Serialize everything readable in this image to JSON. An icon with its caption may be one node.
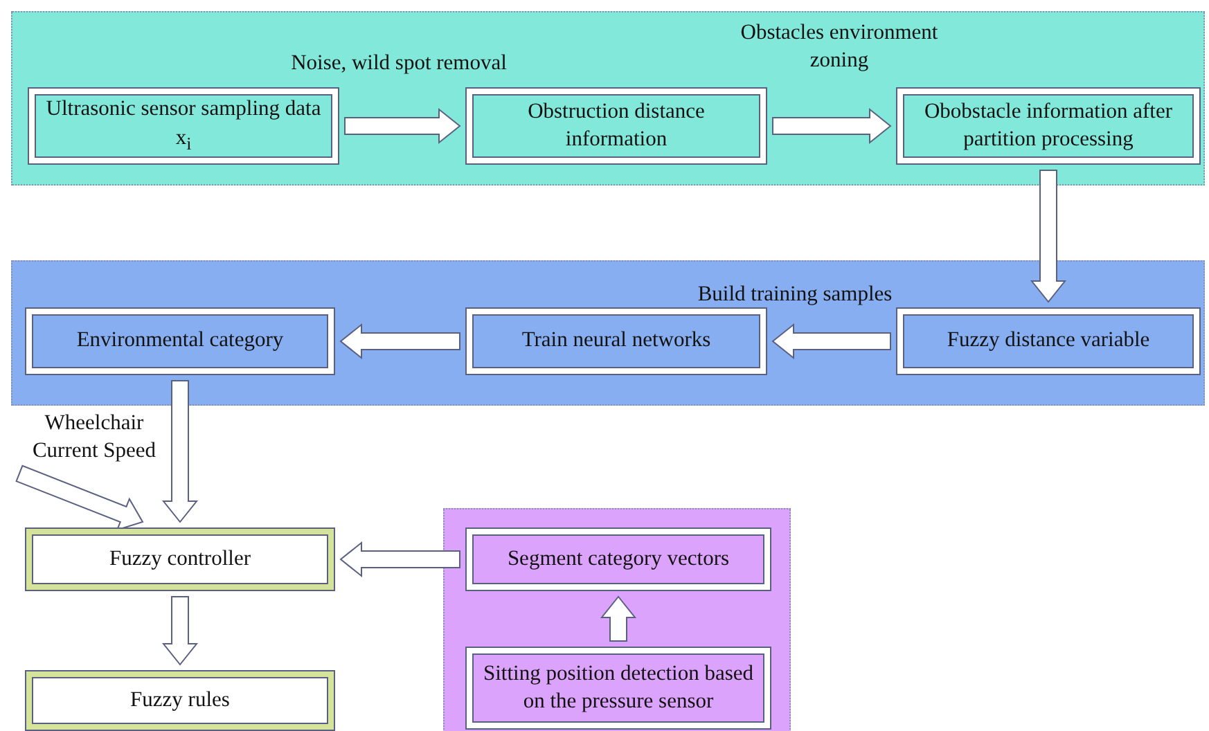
{
  "diagram": {
    "nodes": [
      {
        "text": [],
        "shape": "band"
      },
      {
        "text": [
          "Ultrasonic sensor sampling data x$_{i}$"
        ],
        "in": 0
      },
      {
        "text": [
          "Obstruction distance information"
        ],
        "in": 0
      },
      {
        "text": [
          "Obobstacle information after partition processing"
        ],
        "in": 0
      },
      {
        "text": [],
        "shape": "band"
      },
      {
        "text": [
          "Environmental category"
        ],
        "in": 4
      },
      {
        "text": [
          "Train neural networks"
        ],
        "in": 4
      },
      {
        "text": [
          "Fuzzy distance variable"
        ],
        "in": 4
      },
      {
        "text": [
          "Fuzzy controller"
        ]
      },
      {
        "text": [
          "Fuzzy rules"
        ]
      },
      {
        "text": [],
        "shape": "band"
      },
      {
        "text": [
          "Segment category vectors"
        ],
        "in": 10
      },
      {
        "text": [
          "Sitting position detection based on the pressure sensor"
        ],
        "in": 10
      }
    ],
    "edges": [
      {
        "from": 1,
        "to": 2,
        "arrow": "to",
        "label": "Noise, wild spot removal"
      },
      {
        "from": 2,
        "to": 3,
        "arrow": "to",
        "label": "Obstacles environment zoning"
      },
      {
        "from": 3,
        "to": 7,
        "arrow": "to"
      },
      {
        "from": 7,
        "to": 6,
        "arrow": "to",
        "label": "Build training samples"
      },
      {
        "from": 6,
        "to": 5,
        "arrow": "to"
      },
      {
        "from": 5,
        "to": 8,
        "arrow": "to"
      },
      {
        "from": null,
        "to": 8,
        "arrow": "to",
        "label": "Wheelchair Current Speed"
      },
      {
        "from": 11,
        "to": 8,
        "arrow": "to"
      },
      {
        "from": 8,
        "to": 9,
        "arrow": "to"
      },
      {
        "from": 12,
        "to": 11,
        "arrow": "to"
      }
    ]
  }
}
